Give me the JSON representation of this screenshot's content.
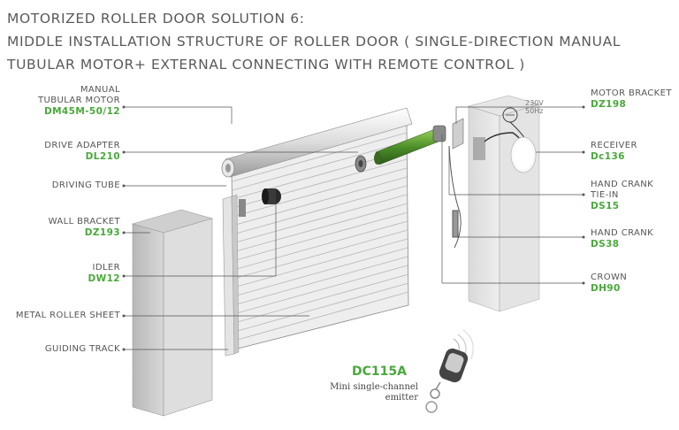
{
  "title": {
    "line1": "MOTORIZED ROLLER DOOR SOLUTION 6:",
    "line2": "MIDDLE INSTALLATION STRUCTURE OF ROLLER DOOR ( SINGLE-DIRECTION MANUAL",
    "line3": "TUBULAR MOTOR+ EXTERNAL CONNECTING WITH REMOTE CONTROL )"
  },
  "left_labels": [
    {
      "name": "MANUAL\nTUBULAR MOTOR",
      "line1": "MANUAL",
      "line2": "TUBULAR MOTOR",
      "code": "DM45M-50/12"
    },
    {
      "name": "DRIVE ADAPTER",
      "code": "DL210"
    },
    {
      "name": "DRIVING TUBE",
      "code": ""
    },
    {
      "name": "WALL BRACKET",
      "code": "DZ193"
    },
    {
      "name": "IDLER",
      "code": "DW12"
    },
    {
      "name": "METAL ROLLER SHEET",
      "code": ""
    },
    {
      "name": "GUIDING TRACK",
      "code": ""
    }
  ],
  "right_labels": [
    {
      "name": "MOTOR BRACKET",
      "code": "DZ198"
    },
    {
      "name": "RECEIVER",
      "code": "Dc136"
    },
    {
      "name_line1": "HAND CRANK",
      "name_line2": "TIE-IN",
      "code": "DS15"
    },
    {
      "name": "HAND CRANK",
      "code": "DS38"
    },
    {
      "name": "CROWN",
      "code": "DH90"
    }
  ],
  "voltage": {
    "line1": "230V",
    "line2": "50Hz"
  },
  "emitter": {
    "code": "DC115A",
    "line1": "Mini single-channel",
    "line2": "emitter"
  },
  "colors": {
    "accent_green": "#48a93a",
    "text_gray": "#555555",
    "line": "#555555"
  }
}
